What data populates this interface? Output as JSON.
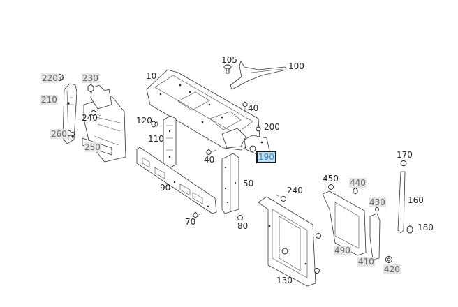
{
  "diagram": {
    "title": "Front end module / radiator support exploded parts diagram",
    "highlight_colors": {
      "gray": "#e4e4e4",
      "selected_bg": "#bfe3f5",
      "selected_border": "#1a1a1a"
    },
    "labels": [
      {
        "id": "10",
        "text": "10",
        "state": "normal"
      },
      {
        "id": "100",
        "text": "100",
        "state": "normal"
      },
      {
        "id": "105",
        "text": "105",
        "state": "normal"
      },
      {
        "id": "110",
        "text": "110",
        "state": "normal"
      },
      {
        "id": "120",
        "text": "120",
        "state": "normal"
      },
      {
        "id": "40a",
        "text": "40",
        "state": "normal"
      },
      {
        "id": "40b",
        "text": "40",
        "state": "normal"
      },
      {
        "id": "200",
        "text": "200",
        "state": "normal"
      },
      {
        "id": "190",
        "text": "190",
        "state": "selected"
      },
      {
        "id": "90",
        "text": "90",
        "state": "normal"
      },
      {
        "id": "50",
        "text": "50",
        "state": "normal"
      },
      {
        "id": "70",
        "text": "70",
        "state": "normal"
      },
      {
        "id": "80",
        "text": "80",
        "state": "normal"
      },
      {
        "id": "220",
        "text": "220",
        "state": "gray"
      },
      {
        "id": "230",
        "text": "230",
        "state": "gray"
      },
      {
        "id": "210",
        "text": "210",
        "state": "gray"
      },
      {
        "id": "240a",
        "text": "240",
        "state": "normal"
      },
      {
        "id": "260",
        "text": "260",
        "state": "gray"
      },
      {
        "id": "250",
        "text": "250",
        "state": "gray"
      },
      {
        "id": "240b",
        "text": "240",
        "state": "normal"
      },
      {
        "id": "130",
        "text": "130",
        "state": "normal"
      },
      {
        "id": "450",
        "text": "450",
        "state": "normal"
      },
      {
        "id": "440",
        "text": "440",
        "state": "gray"
      },
      {
        "id": "430",
        "text": "430",
        "state": "gray"
      },
      {
        "id": "490",
        "text": "490",
        "state": "gray"
      },
      {
        "id": "410",
        "text": "410",
        "state": "gray"
      },
      {
        "id": "420",
        "text": "420",
        "state": "gray"
      },
      {
        "id": "170",
        "text": "170",
        "state": "normal"
      },
      {
        "id": "160",
        "text": "160",
        "state": "normal"
      },
      {
        "id": "180",
        "text": "180",
        "state": "normal"
      }
    ]
  }
}
